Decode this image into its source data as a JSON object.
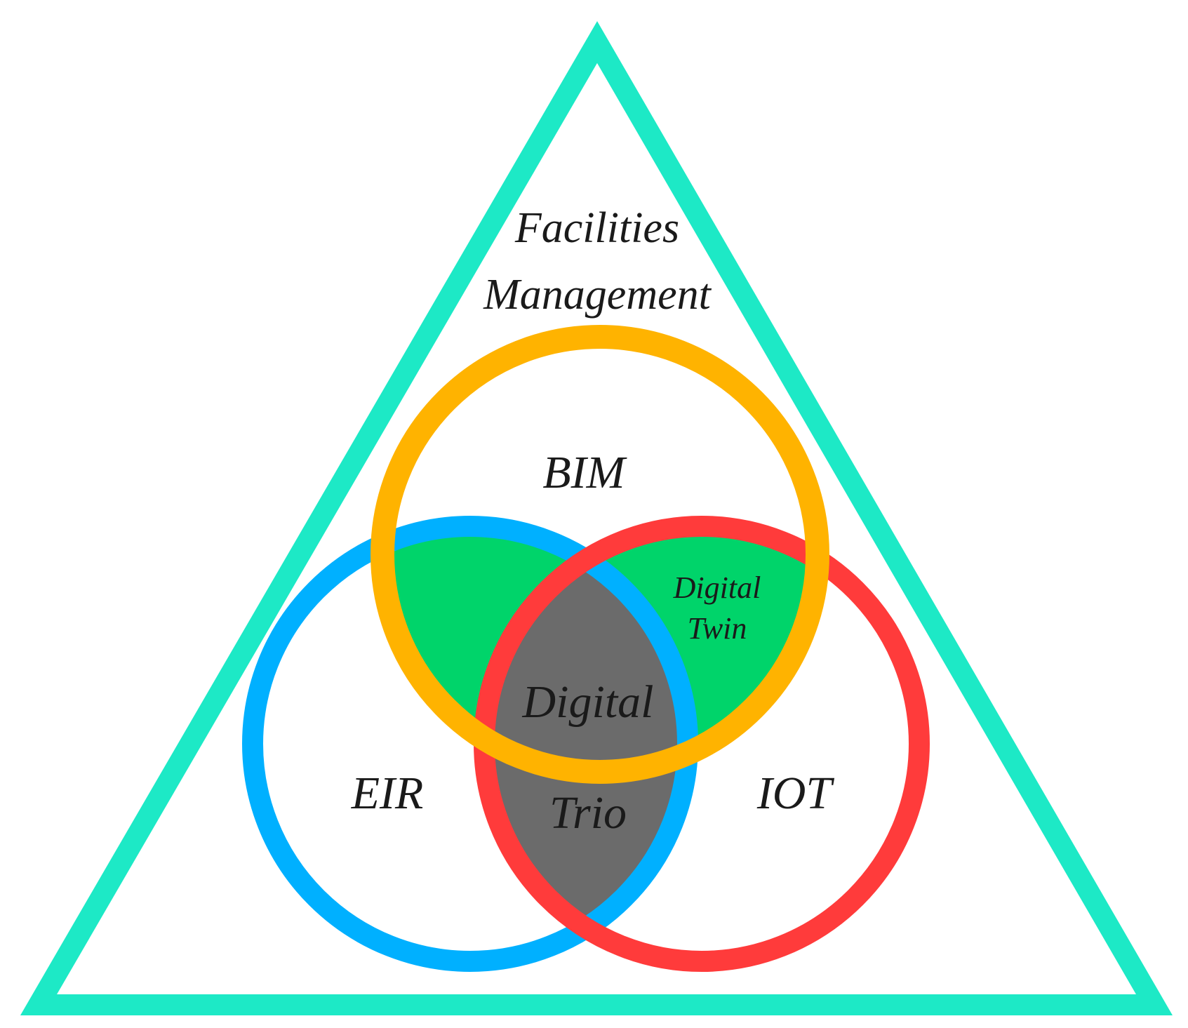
{
  "diagram": {
    "outer": {
      "label_line1": "Facilities",
      "label_line2": "Management"
    },
    "circles": {
      "bim": {
        "label": "BIM"
      },
      "eir": {
        "label": "EIR"
      },
      "iot": {
        "label": "IOT"
      }
    },
    "intersections": {
      "digital_twin": {
        "label_line1": "Digital",
        "label_line2": "Twin"
      },
      "digital_trio": {
        "label_line1": "Digital",
        "label_line2": "Trio"
      }
    }
  },
  "colors": {
    "triangle": "#1de9c6",
    "bim": "#ffb300",
    "eir": "#00b0ff",
    "iot": "#ff3b3b",
    "digital_twin_fill": "#00d46a",
    "digital_trio_fill": "#6b6b6b"
  }
}
